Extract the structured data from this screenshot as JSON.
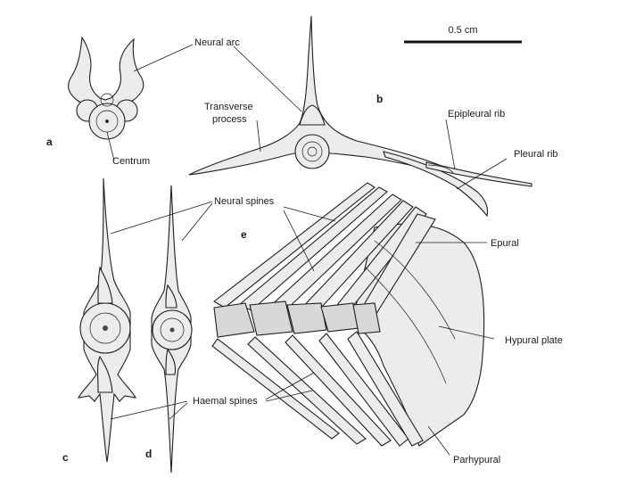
{
  "scale_bar": {
    "label": "0.5 cm"
  },
  "panels": {
    "a": "a",
    "b": "b",
    "c": "c",
    "d": "d",
    "e": "e"
  },
  "labels": {
    "neural_arc": "Neural arc",
    "centrum": "Centrum",
    "transverse_process_1": "Transverse",
    "transverse_process_2": "process",
    "epipleural_rib": "Epipleural rib",
    "pleural_rib": "Pleural rib",
    "neural_spines": "Neural spines",
    "haemal_spines": "Haemal spines",
    "epural": "Epural",
    "hypural_plate": "Hypural plate",
    "parhypural": "Parhypural"
  }
}
